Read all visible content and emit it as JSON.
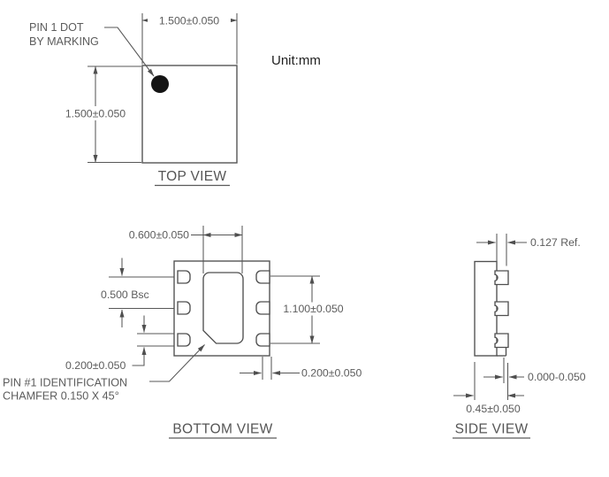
{
  "document": {
    "unit_label": "Unit:mm",
    "type_note": "package outline drawing"
  },
  "colors": {
    "background": "#ffffff",
    "line": "#4f4f4f",
    "text": "#5c5c5c",
    "unit_text": "#1f1f1f",
    "pin1_dot": "#141414"
  },
  "top_view": {
    "title": "TOP VIEW",
    "callout_line1": "PIN 1 DOT",
    "callout_line2": "BY MARKING",
    "width_dim": "1.500±0.050",
    "height_dim": "1.500±0.050"
  },
  "bottom_view": {
    "title": "BOTTOM VIEW",
    "cavity_width_dim": "0.600±0.050",
    "pad_pitch_dim": "0.500 Bsc",
    "pad_width_dim_left": "0.200±0.050",
    "pad_length_dim": "1.100±0.050",
    "pad_width_dim_right": "0.200±0.050",
    "chamfer_note_line1": "PIN #1 IDENTIFICATION",
    "chamfer_note_line2": "CHAMFER 0.150 X 45°"
  },
  "side_view": {
    "title": "SIDE VIEW",
    "metallization_dim": "0.127 Ref.",
    "standoff_dim": "0.000-0.050",
    "thickness_dim": "0.45±0.050"
  }
}
